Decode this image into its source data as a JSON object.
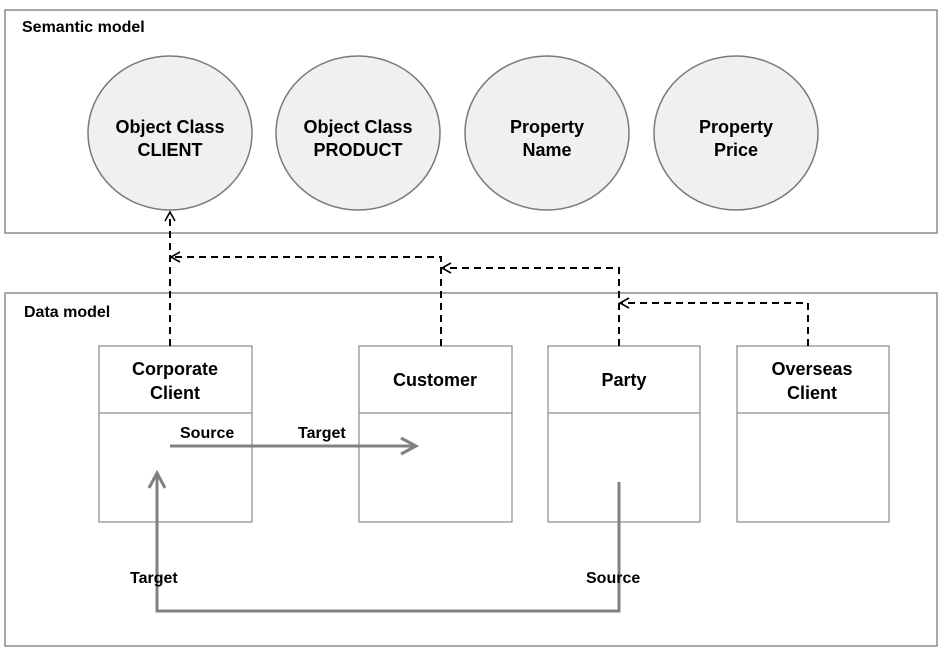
{
  "semantic_model": {
    "title": "Semantic model",
    "concepts": [
      {
        "line1": "Object Class",
        "line2": "CLIENT"
      },
      {
        "line1": "Object Class",
        "line2": "PRODUCT"
      },
      {
        "line1": "Property",
        "line2": "Name"
      },
      {
        "line1": "Property",
        "line2": "Price"
      }
    ]
  },
  "data_model": {
    "title": "Data model",
    "entities": [
      {
        "line1": "Corporate",
        "line2": "Client"
      },
      {
        "line1": "Customer",
        "line2": ""
      },
      {
        "line1": "Party",
        "line2": ""
      },
      {
        "line1": "Overseas",
        "line2": "Client"
      }
    ],
    "relationship_labels": {
      "inner_source": "Source",
      "inner_target": "Target",
      "outer_target": "Target",
      "outer_source": "Source"
    }
  },
  "colors": {
    "frame": "#8c8c8c",
    "ellipse_fill": "#f0f0f0",
    "ellipse_stroke": "#7a7a7a",
    "box_stroke": "#8a8a8a",
    "relation_arrow": "#808080",
    "dashed_arrow": "#000000"
  }
}
